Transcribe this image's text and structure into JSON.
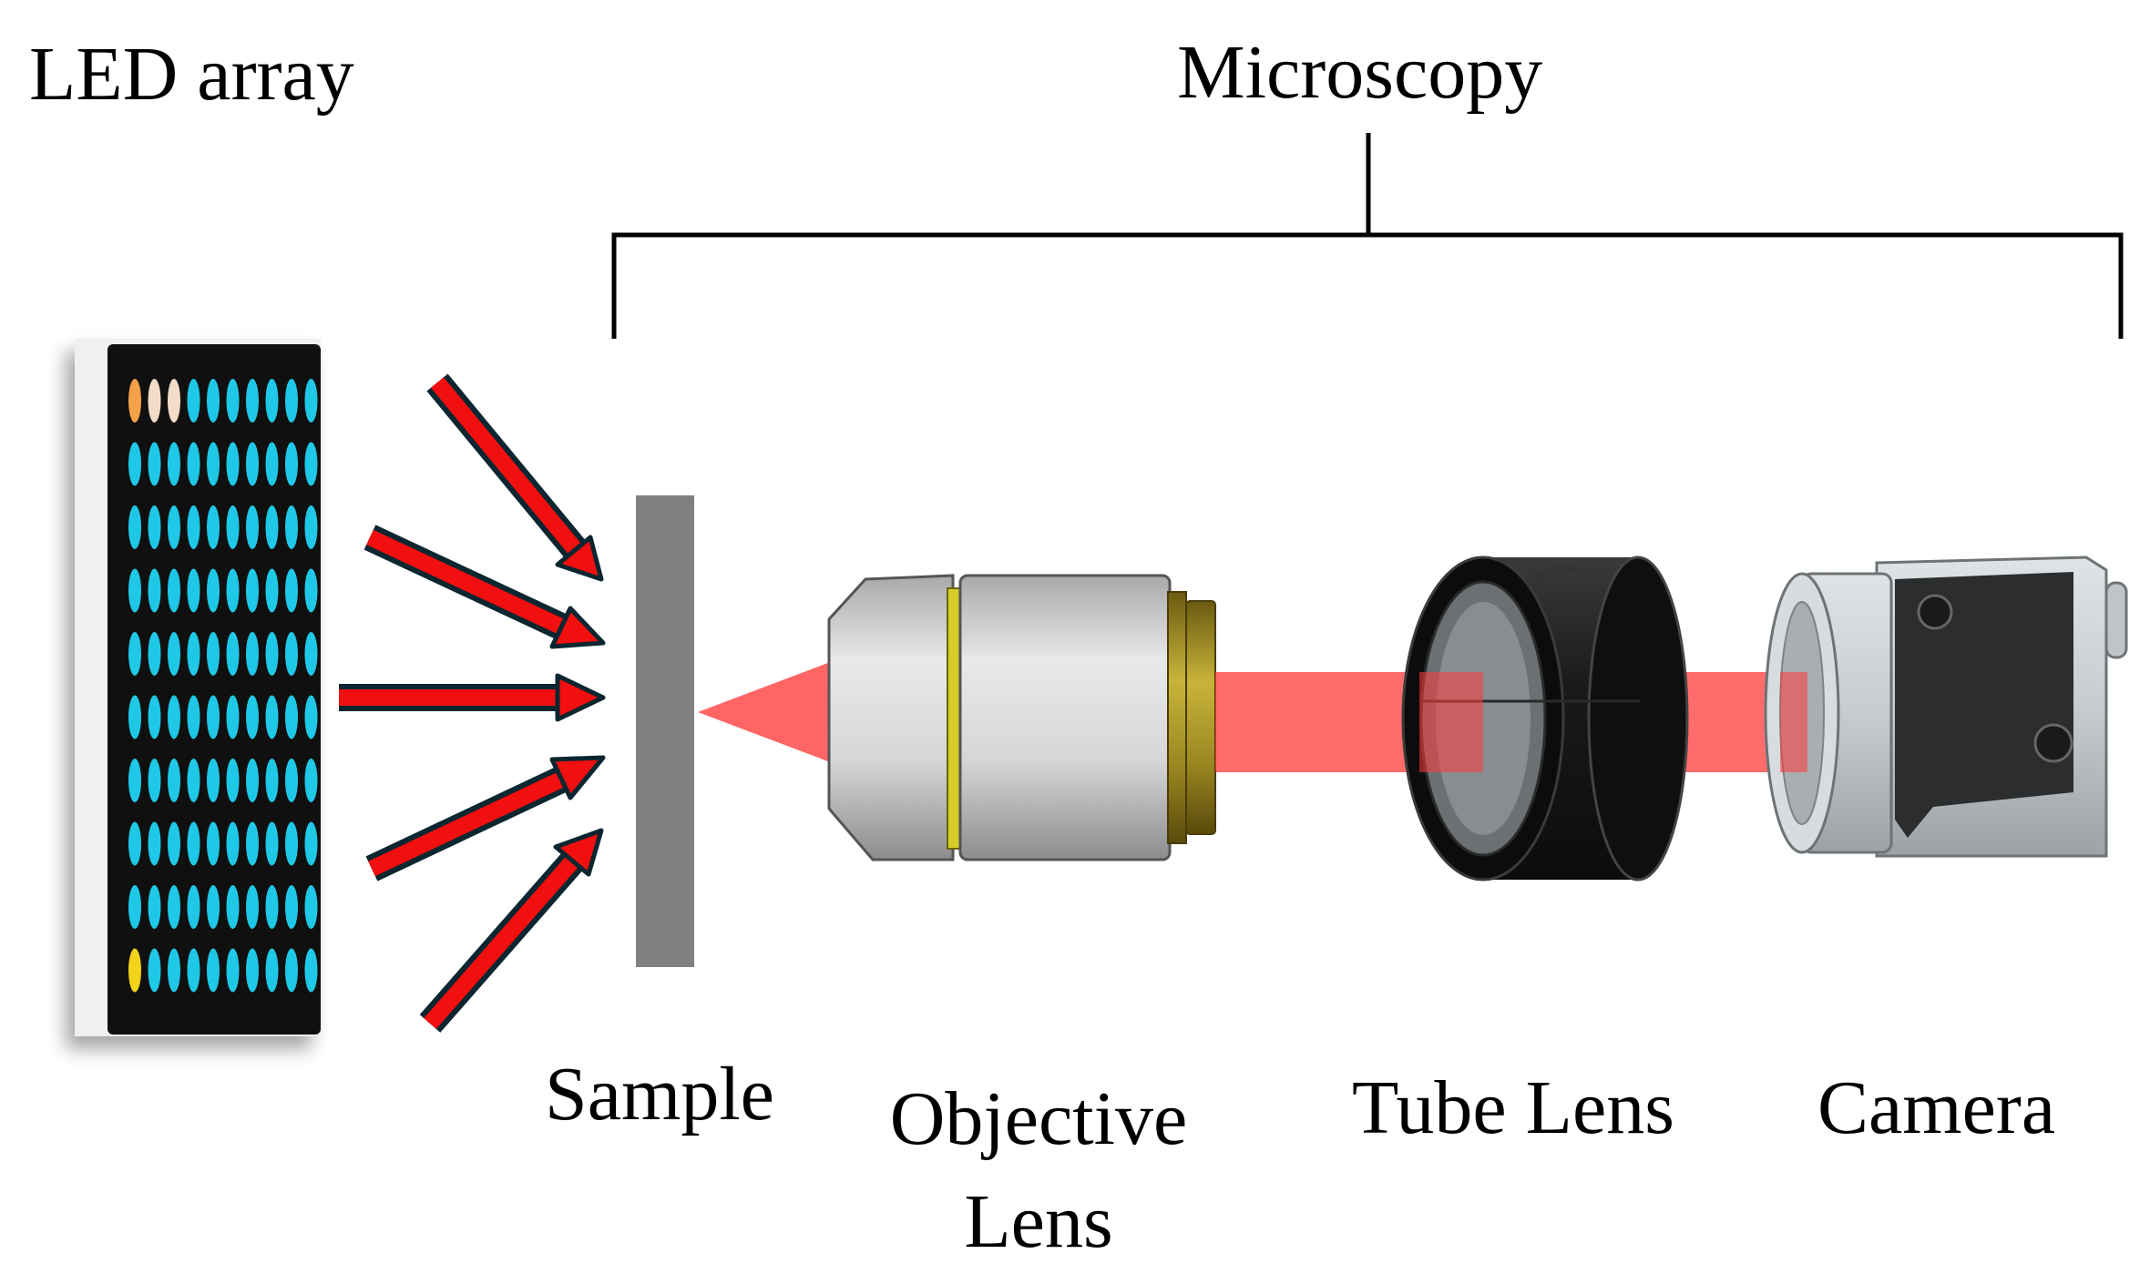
{
  "labels": {
    "led_array": "LED array",
    "microscopy": "Microscopy",
    "sample": "Sample",
    "objective_line1": "Objective",
    "objective_line2": "Lens",
    "tube_lens": "Tube Lens",
    "camera": "Camera"
  },
  "colors": {
    "led_on": "#1ec8e6",
    "led_orange": "#f4a14a",
    "led_pale": "#f3dcc8",
    "led_yellow": "#f2d31a",
    "arrow_fill": "#f20f0f",
    "arrow_outline": "#0a2630",
    "beam": "#ff3b3b",
    "sample": "#808080"
  },
  "led_grid": {
    "rows": 10,
    "cols": 10
  }
}
